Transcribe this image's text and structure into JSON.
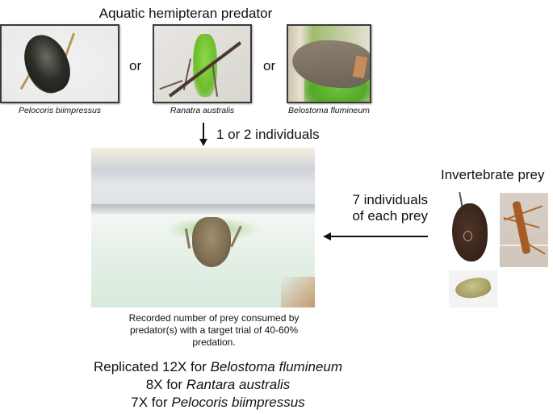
{
  "title": "Aquatic hemipteran predator",
  "predators": [
    {
      "caption": "Pelocoris biimpressus",
      "image": "pelocoris-photo"
    },
    {
      "caption": "Ranatra australis",
      "image": "ranatra-photo"
    },
    {
      "caption": "Belostoma flumineum",
      "image": "belostoma-photo"
    }
  ],
  "separators": [
    "or",
    "or"
  ],
  "predator_count_label": "1 or 2 individuals",
  "prey": {
    "title": "Invertebrate prey",
    "count_label_line1": "7 individuals",
    "count_label_line2": "of each prey",
    "images": [
      "snail-photo",
      "mayfly-nymph-photo",
      "amphipod-photo"
    ]
  },
  "trial": {
    "image": "predator-in-dish-photo",
    "description_line1": "Recorded number of prey consumed by",
    "description_line2": "predator(s) with a target trial of 40-60%",
    "description_line3": "predation."
  },
  "replication": [
    {
      "prefix": "Replicated 12X for ",
      "species": "Belostoma flumineum"
    },
    {
      "prefix": "8X for ",
      "species": "Rantara australis"
    },
    {
      "prefix": "7X for ",
      "species": "Pelocoris biimpressus"
    }
  ]
}
